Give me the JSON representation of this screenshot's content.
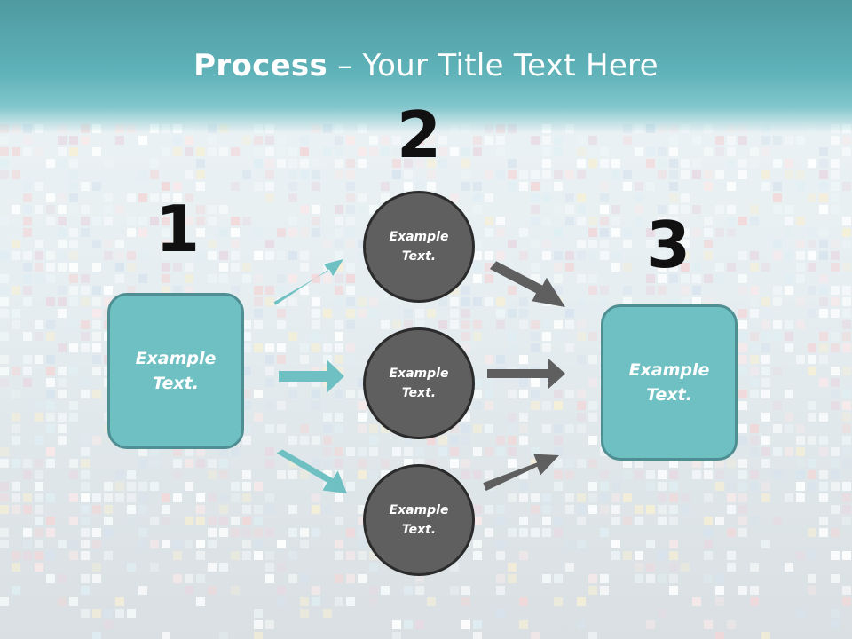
{
  "slide": {
    "title_bold": "Process",
    "title_rest": " – Your Title Text Here"
  },
  "steps": {
    "one": "1",
    "two": "2",
    "three": "3"
  },
  "left_box": {
    "text": "Example\nText."
  },
  "right_box": {
    "text": "Example\nText."
  },
  "circles": [
    {
      "text": "Example\nText."
    },
    {
      "text": "Example\nText."
    },
    {
      "text": "Example\nText."
    }
  ],
  "colors": {
    "header": "#5fb3b9",
    "box_fill": "#6fc0c3",
    "circle_fill": "#5f5f5f",
    "teal_arrow": "#6fc0c3",
    "gray_arrow": "#5f5f5f"
  }
}
